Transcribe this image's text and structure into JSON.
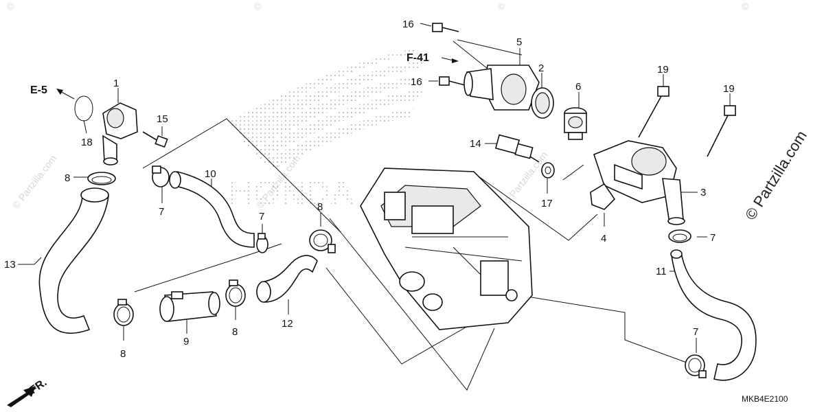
{
  "part_labels": {
    "p1": "1",
    "p2": "2",
    "p3": "3",
    "p4": "4",
    "p5": "5",
    "p6": "6",
    "p7a": "7",
    "p7b": "7",
    "p7c": "7",
    "p7d": "7",
    "p8a": "8",
    "p8b": "8",
    "p8c": "8",
    "p8d": "8",
    "p9": "9",
    "p10": "10",
    "p11": "11",
    "p12": "12",
    "p13": "13",
    "p14": "14",
    "p15": "15",
    "p16a": "16",
    "p16b": "16",
    "p17": "17",
    "p18": "18",
    "p19a": "19",
    "p19b": "19"
  },
  "ref_labels": {
    "e5": "E-5",
    "f41": "F-41",
    "fr": "FR."
  },
  "diagram_code": "MKB4E2100",
  "watermarks": {
    "copyright": "© Partzilla.com",
    "copyright_symbol": "©",
    "brand": "HONDA"
  }
}
